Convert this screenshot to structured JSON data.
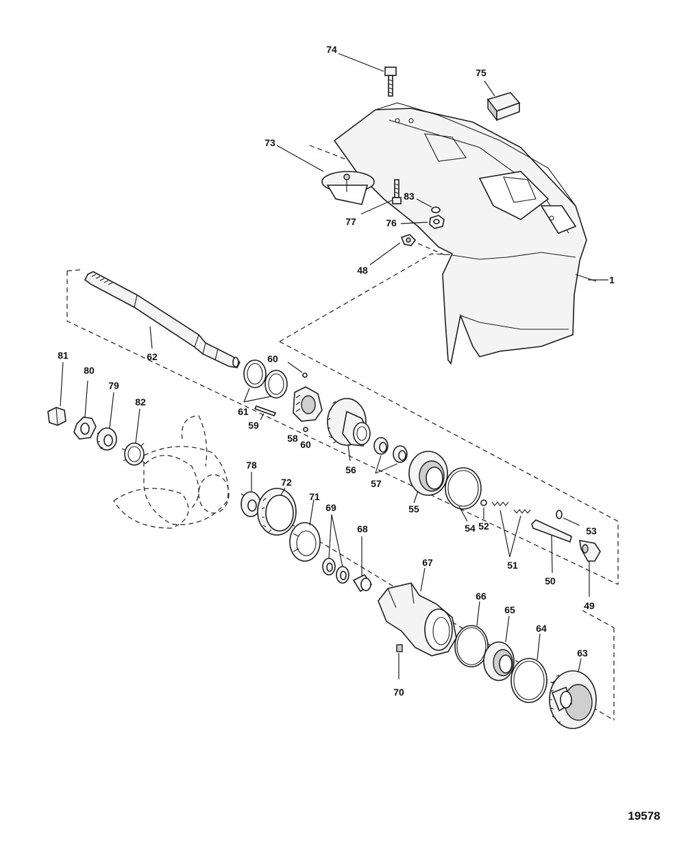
{
  "figure_number": "19578",
  "callouts": {
    "c1": "1",
    "c48": "48",
    "c49": "49",
    "c50": "50",
    "c51": "51",
    "c52": "52",
    "c53": "53",
    "c54": "54",
    "c55": "55",
    "c56": "56",
    "c57": "57",
    "c58": "58",
    "c59": "59",
    "c60a": "60",
    "c60b": "60",
    "c61": "61",
    "c62": "62",
    "c63": "63",
    "c64": "64",
    "c65": "65",
    "c66": "66",
    "c67": "67",
    "c68": "68",
    "c69": "69",
    "c70": "70",
    "c71": "71",
    "c72": "72",
    "c73": "73",
    "c74": "74",
    "c75": "75",
    "c76": "76",
    "c77": "77",
    "c78": "78",
    "c79": "79",
    "c80": "80",
    "c81": "81",
    "c82": "82",
    "c83": "83"
  }
}
